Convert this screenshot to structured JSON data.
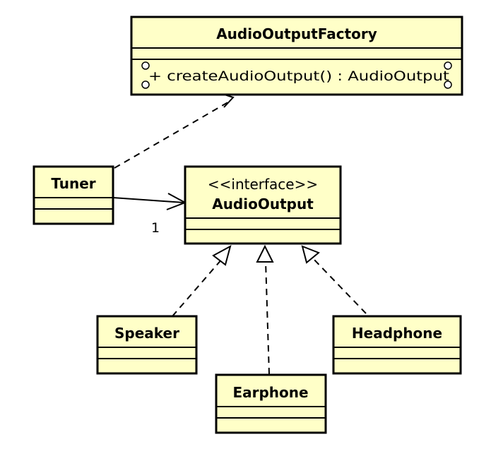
{
  "diagram": {
    "classes": {
      "factory": {
        "name": "AudioOutputFactory",
        "operation": "+ createAudioOutput() : AudioOutput"
      },
      "tuner": {
        "name": "Tuner"
      },
      "audio_output": {
        "stereotype": "<<interface>>",
        "name": "AudioOutput"
      },
      "speaker": {
        "name": "Speaker"
      },
      "earphone": {
        "name": "Earphone"
      },
      "headphone": {
        "name": "Headphone"
      }
    },
    "relations": {
      "tuner_factory": {
        "type": "dependency"
      },
      "tuner_audio_output": {
        "type": "association",
        "multiplicity": "1"
      },
      "speaker_audio_output": {
        "type": "realization"
      },
      "earphone_audio_output": {
        "type": "realization"
      },
      "headphone_audio_output": {
        "type": "realization"
      }
    }
  }
}
